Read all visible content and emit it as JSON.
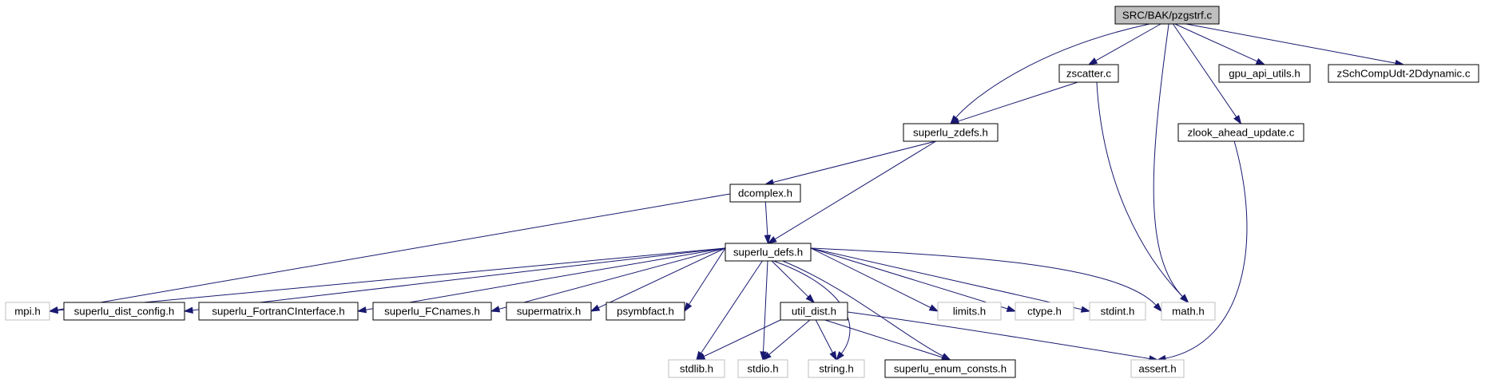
{
  "graph": {
    "title": "SRC/BAK/pzgstrf.c",
    "colors": {
      "edge": "#191970",
      "root_fill": "#bfbfbf",
      "doc_border": "#000000",
      "system_border": "#bfbfbf"
    },
    "nodes": [
      {
        "id": "root",
        "label": "SRC/BAK/pzgstrf.c",
        "kind": "root"
      },
      {
        "id": "zscatter",
        "label": "zscatter.c",
        "kind": "doc"
      },
      {
        "id": "gpu_api_utils",
        "label": "gpu_api_utils.h",
        "kind": "doc"
      },
      {
        "id": "zschcomp",
        "label": "zSchCompUdt-2Ddynamic.c",
        "kind": "doc"
      },
      {
        "id": "superlu_zdefs",
        "label": "superlu_zdefs.h",
        "kind": "doc"
      },
      {
        "id": "zlook",
        "label": "zlook_ahead_update.c",
        "kind": "doc"
      },
      {
        "id": "dcomplex",
        "label": "dcomplex.h",
        "kind": "doc"
      },
      {
        "id": "superlu_defs",
        "label": "superlu_defs.h",
        "kind": "doc"
      },
      {
        "id": "mpi",
        "label": "mpi.h",
        "kind": "sys"
      },
      {
        "id": "dist_config",
        "label": "superlu_dist_config.h",
        "kind": "doc"
      },
      {
        "id": "fortran",
        "label": "superlu_FortranCInterface.h",
        "kind": "doc"
      },
      {
        "id": "fcnames",
        "label": "superlu_FCnames.h",
        "kind": "doc"
      },
      {
        "id": "supermatrix",
        "label": "supermatrix.h",
        "kind": "doc"
      },
      {
        "id": "psymbfact",
        "label": "psymbfact.h",
        "kind": "doc"
      },
      {
        "id": "util_dist",
        "label": "util_dist.h",
        "kind": "doc"
      },
      {
        "id": "limits",
        "label": "limits.h",
        "kind": "sys"
      },
      {
        "id": "ctype",
        "label": "ctype.h",
        "kind": "sys"
      },
      {
        "id": "stdint",
        "label": "stdint.h",
        "kind": "sys"
      },
      {
        "id": "math",
        "label": "math.h",
        "kind": "sys"
      },
      {
        "id": "stdlib",
        "label": "stdlib.h",
        "kind": "sys"
      },
      {
        "id": "stdio",
        "label": "stdio.h",
        "kind": "sys"
      },
      {
        "id": "string",
        "label": "string.h",
        "kind": "sys"
      },
      {
        "id": "enum_consts",
        "label": "superlu_enum_consts.h",
        "kind": "doc"
      },
      {
        "id": "assert",
        "label": "assert.h",
        "kind": "sys"
      }
    ],
    "edges": [
      {
        "from": "root",
        "to": "superlu_zdefs"
      },
      {
        "from": "root",
        "to": "zscatter"
      },
      {
        "from": "root",
        "to": "math"
      },
      {
        "from": "root",
        "to": "gpu_api_utils"
      },
      {
        "from": "root",
        "to": "zlook"
      },
      {
        "from": "root",
        "to": "zschcomp"
      },
      {
        "from": "zscatter",
        "to": "superlu_zdefs"
      },
      {
        "from": "zscatter",
        "to": "math"
      },
      {
        "from": "superlu_zdefs",
        "to": "dcomplex"
      },
      {
        "from": "superlu_zdefs",
        "to": "superlu_defs"
      },
      {
        "from": "zlook",
        "to": "assert"
      },
      {
        "from": "dcomplex",
        "to": "mpi"
      },
      {
        "from": "dcomplex",
        "to": "superlu_defs"
      },
      {
        "from": "superlu_defs",
        "to": "mpi"
      },
      {
        "from": "superlu_defs",
        "to": "dist_config"
      },
      {
        "from": "superlu_defs",
        "to": "fortran"
      },
      {
        "from": "superlu_defs",
        "to": "fcnames"
      },
      {
        "from": "superlu_defs",
        "to": "supermatrix"
      },
      {
        "from": "superlu_defs",
        "to": "psymbfact"
      },
      {
        "from": "superlu_defs",
        "to": "stdlib"
      },
      {
        "from": "superlu_defs",
        "to": "stdio"
      },
      {
        "from": "superlu_defs",
        "to": "util_dist"
      },
      {
        "from": "superlu_defs",
        "to": "string"
      },
      {
        "from": "superlu_defs",
        "to": "enum_consts"
      },
      {
        "from": "superlu_defs",
        "to": "limits"
      },
      {
        "from": "superlu_defs",
        "to": "ctype"
      },
      {
        "from": "superlu_defs",
        "to": "stdint"
      },
      {
        "from": "superlu_defs",
        "to": "math"
      },
      {
        "from": "util_dist",
        "to": "stdlib"
      },
      {
        "from": "util_dist",
        "to": "stdio"
      },
      {
        "from": "util_dist",
        "to": "string"
      },
      {
        "from": "util_dist",
        "to": "enum_consts"
      },
      {
        "from": "util_dist",
        "to": "assert"
      }
    ]
  }
}
